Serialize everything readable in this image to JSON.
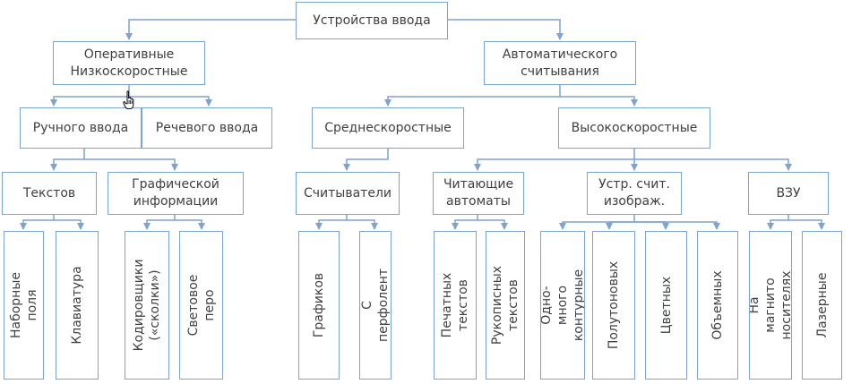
{
  "root": "Устройства ввода",
  "level1": {
    "left": "Оперативные\nНизкоскоростные",
    "right": "Автоматического\nсчитывания"
  },
  "level2": {
    "manual": "Ручного ввода",
    "voice": "Речевого ввода",
    "medium": "Среднескоростные",
    "high": "Высокоскоростные"
  },
  "level3": {
    "texts": "Текстов",
    "graphic": "Графической\nинформации",
    "readers": "Считыватели",
    "automata": "Читающие\nавтоматы",
    "image_readers": "Устр. счит.\nизображ.",
    "vzu": "ВЗУ"
  },
  "leaves": {
    "typing_fields": "Наборные поля",
    "keyboard": "Клавиатура",
    "coders": "Кодировщики\n(«сколки»)",
    "light_pen": "Световое перо",
    "graphs": "Графиков",
    "punchtape": "С перфолент",
    "printed": "Печатных текстов",
    "handwritten": "Рукописных\nтекстов",
    "contour": "Одно- много\nконтурные",
    "halftone": "Полутоновых",
    "color": "Цветных",
    "volume": "Объемных",
    "magnetic": "На магнито\nносителях",
    "laser": "Лазерные"
  },
  "icons": {
    "cursor": "hand-pointer-icon"
  },
  "colors": {
    "border": "#7da3d1",
    "connector": "#7da3d1",
    "text": "#404040"
  }
}
